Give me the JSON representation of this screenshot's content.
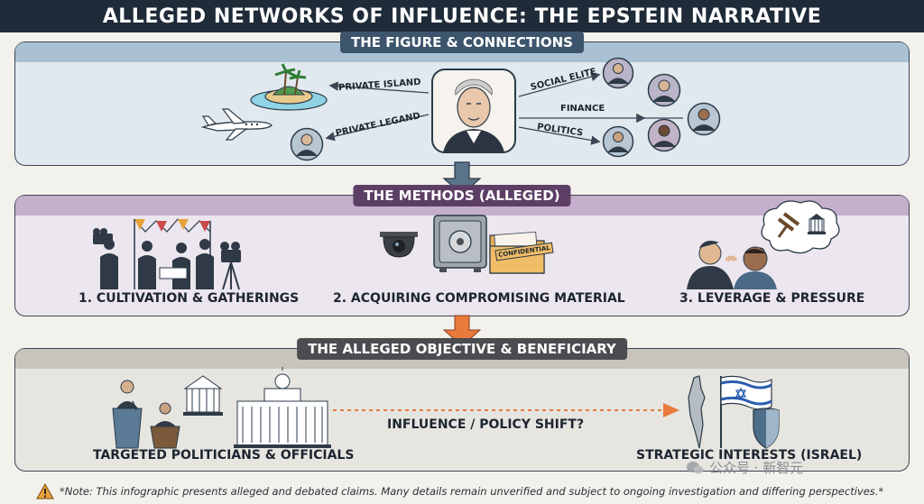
{
  "title": "ALLEGED NETWORKS OF INFLUENCE: THE EPSTEIN NARRATIVE",
  "sections": {
    "figure": {
      "header": "THE FIGURE & CONNECTIONS",
      "labels": {
        "private_island": "PRIVATE ISLAND",
        "private_legand": "PRIVATE LEGAND",
        "social_elite": "SOCIAL ELITE",
        "finance": "FINANCE",
        "politics": "POLITICS"
      }
    },
    "methods": {
      "header": "THE METHODS (ALLEGED)",
      "items": [
        "1. CULTIVATION & GATHERINGS",
        "2. ACQUIRING COMPROMISING MATERIAL",
        "3. LEVERAGE & PRESSURE"
      ],
      "folder_stamp": "CONFIDENTIAL"
    },
    "objective": {
      "header": "THE ALLEGED OBJECTIVE & BENEFICIARY",
      "left_label": "TARGETED POLITICIANS & OFFICIALS",
      "middle_label": "INFLUENCE / POLICY SHIFT?",
      "right_label": "STRATEGIC INTERESTS (ISRAEL)"
    }
  },
  "footer": {
    "note": "*Note: This infographic presents alleged and debated claims. Many details remain unverified and subject to ongoing investigation and differing perspectives.*"
  },
  "watermark": "公众号 · 新智元",
  "colors": {
    "title_bg": "#1f2b38",
    "panel1": "#e1e9ef",
    "panel2": "#ece6ef",
    "panel3": "#e7e5e0",
    "arrow_down_1": "#5b7388",
    "arrow_down_2": "#e97a3c",
    "arrow_dotted": "#e97a3c"
  }
}
